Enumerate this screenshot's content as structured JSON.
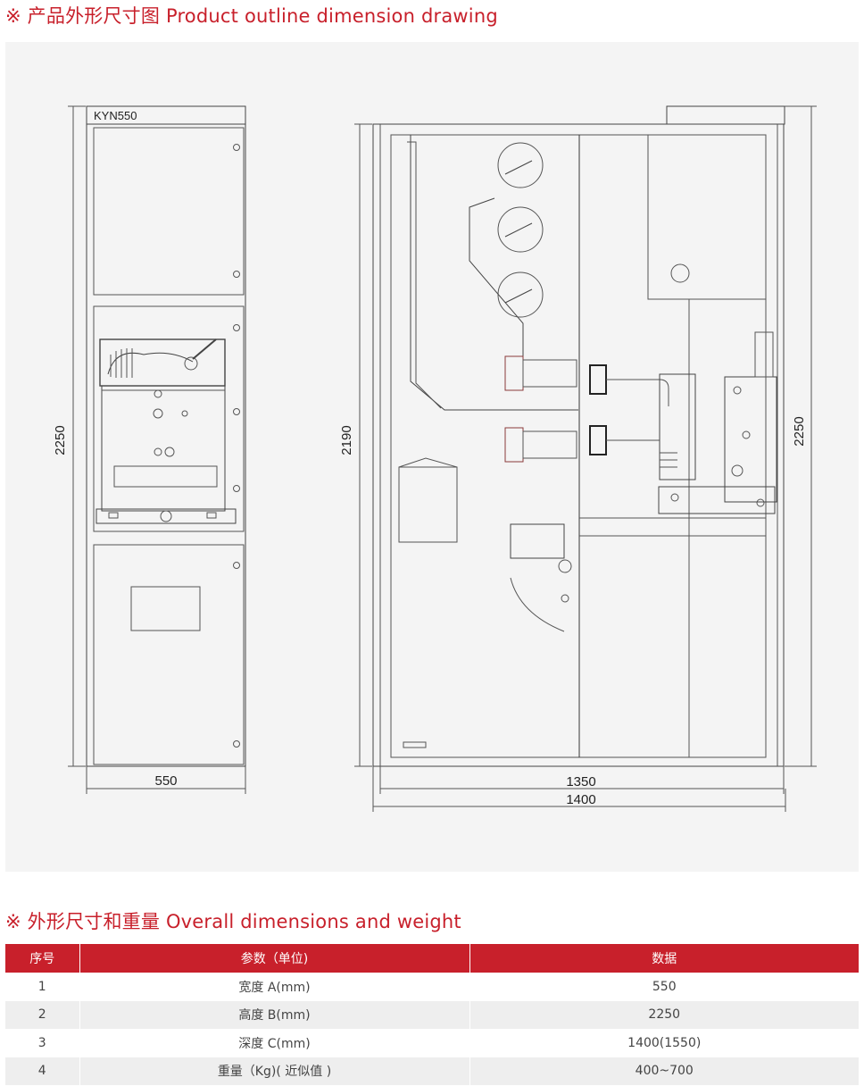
{
  "section1": {
    "title": "※ 产品外形尺寸图 Product outline dimension drawing"
  },
  "drawing": {
    "model_label": "KYN550",
    "front_height": "2250",
    "front_width": "550",
    "side_height_left": "2190",
    "side_height_right": "2250",
    "side_depth_inner": "1350",
    "side_depth_outer": "1400"
  },
  "section2": {
    "title": "※ 外形尺寸和重量 Overall dimensions and weight"
  },
  "table": {
    "headers": [
      "序号",
      "参数（单位)",
      "数据"
    ],
    "rows": [
      [
        "1",
        "宽度 A(mm)",
        "550"
      ],
      [
        "2",
        "高度 B(mm)",
        "2250"
      ],
      [
        "3",
        "深度 C(mm)",
        "1400(1550)"
      ],
      [
        "4",
        "重量（Kg)( 近似值 )",
        "400~700"
      ]
    ]
  },
  "colors": {
    "accent": "#c8202b",
    "panel_bg": "#f4f4f4",
    "row_alt": "#eeeeee"
  }
}
